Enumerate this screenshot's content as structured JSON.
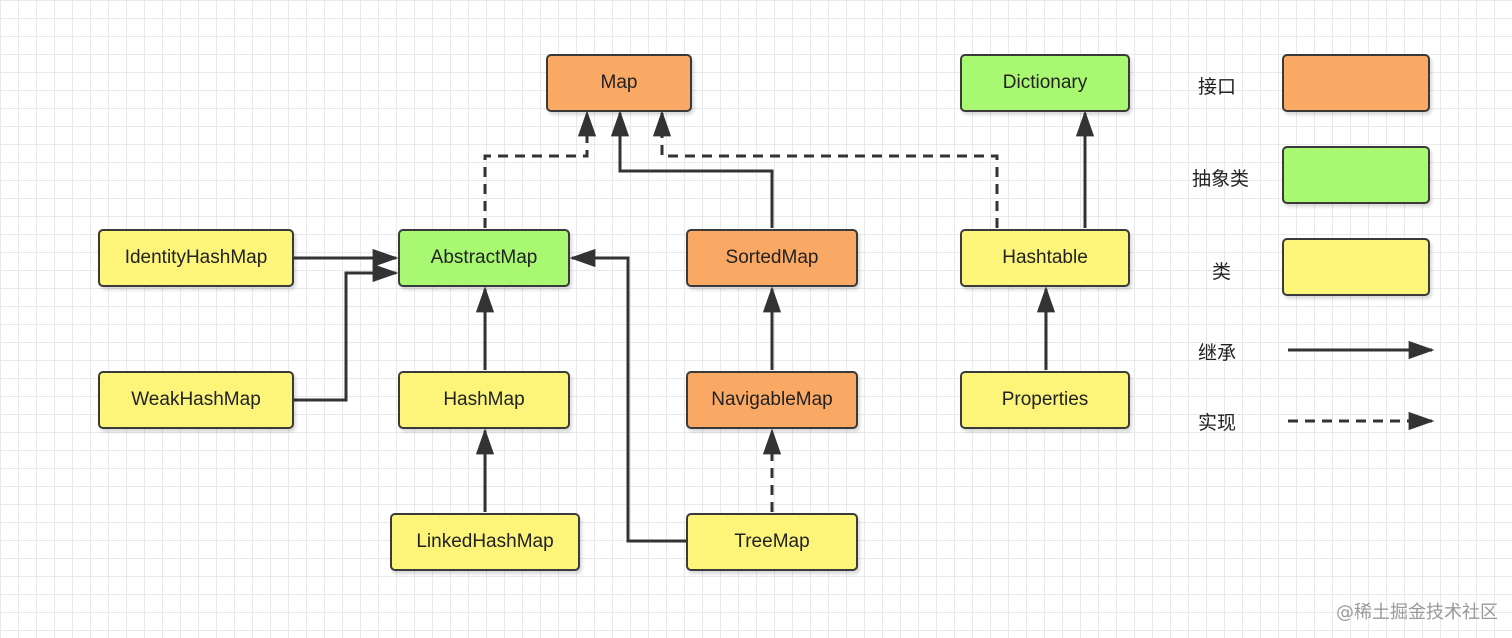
{
  "nodes": {
    "map": "Map",
    "dictionary": "Dictionary",
    "identity_hash_map": "IdentityHashMap",
    "abstract_map": "AbstractMap",
    "sorted_map": "SortedMap",
    "hashtable": "Hashtable",
    "weak_hash_map": "WeakHashMap",
    "hash_map": "HashMap",
    "navigable_map": "NavigableMap",
    "properties": "Properties",
    "linked_hash_map": "LinkedHashMap",
    "tree_map": "TreeMap"
  },
  "legend": {
    "interface": "接口",
    "abstract_class": "抽象类",
    "class": "类",
    "inheritance": "继承",
    "implementation": "实现"
  },
  "watermark": "@稀土掘金技术社区",
  "colors": {
    "interface": "#f9a964",
    "abstract_class": "#a9f872",
    "class": "#fcf57a",
    "line": "#333333"
  }
}
